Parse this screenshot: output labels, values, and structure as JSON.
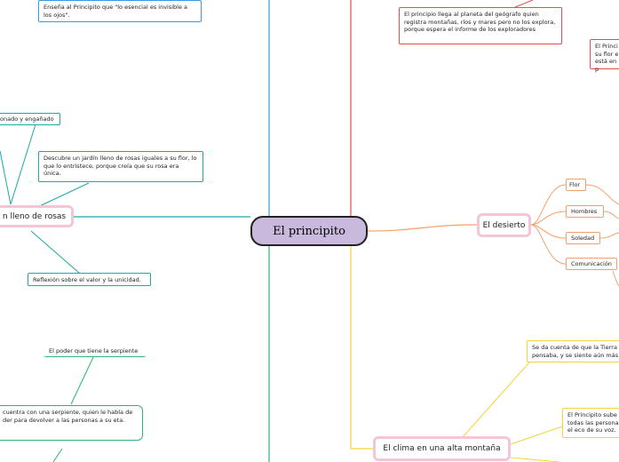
{
  "center": {
    "label": "El principito"
  },
  "branches": {
    "jardin": {
      "label": "n lleno de rosas"
    },
    "desierto": {
      "label": "El desierto"
    },
    "montana": {
      "label": "El clima en una alta montaña"
    }
  },
  "notes": {
    "esencial": "Enseña al Principito que \"lo esencial es invisible a los ojos\".",
    "decepcionado": "onado y engañado",
    "jardin_rosas": "Descubre un jardín lleno de rosas iguales a su flor, lo que lo entristece, porque creía que su rosa era única.",
    "reflexion": "Reflexión sobre el valor y la unicidad.",
    "poder_serpiente": "El poder que tiene la serpiente",
    "encuentra_serpiente": "cuentra con una serpiente, quien le habla de der para devolver a las personas a su eta.",
    "geografo": "El principio llega al planeta del geógrafo quien registra montañas, ríos y mares pero no los explora, porque espera el informe de los exploradores",
    "flor_corner": "El Princi su flor e está en p",
    "tierra": "Se da cuenta de que la Tierra pensaba, y se siente aún más",
    "sube": "El Principito sube todas las persona el eco de su voz."
  },
  "desierto_items": [
    "Flor",
    "Hombres",
    "Soledad",
    "Comunicación"
  ],
  "colors": {
    "blue": "#3a9ae0",
    "red": "#e0504c",
    "yellow": "#f5d33a",
    "teal": "#1aa9a3",
    "green": "#2bb673",
    "orange": "#f5a06a",
    "pink": "#f4c5d6",
    "center_fill": "#c8b9dd"
  }
}
